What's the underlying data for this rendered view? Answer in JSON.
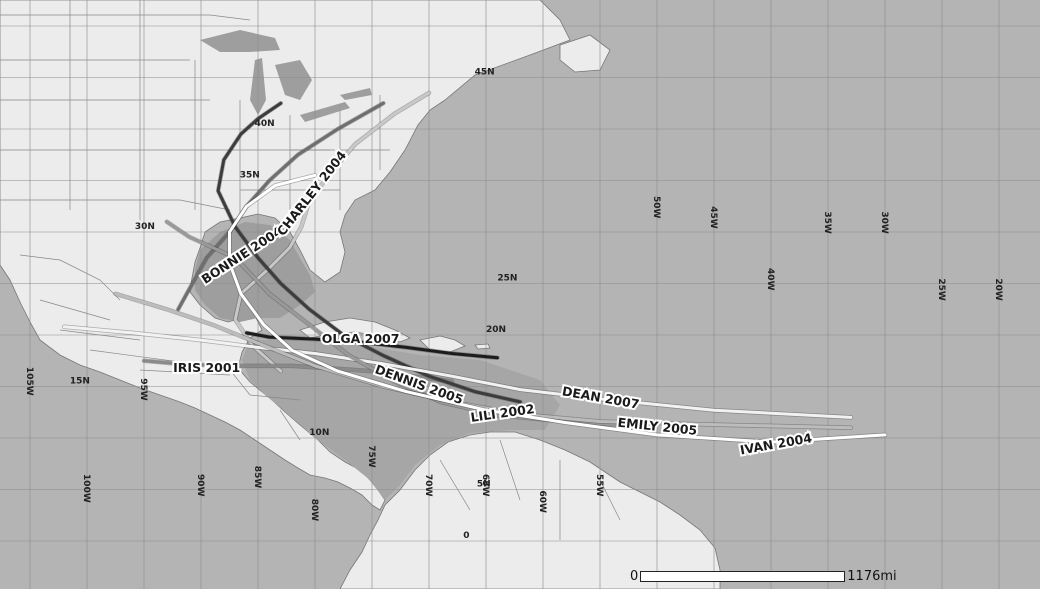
{
  "colors": {
    "ocean": "#b4b4b4",
    "land": "#ececec",
    "gulf": "#9e9e9e",
    "grid": "#8a8a8a",
    "border": "#777777"
  },
  "latitude_labels": [
    {
      "text": "45N",
      "lat": 45
    },
    {
      "text": "40N",
      "lat": 40
    },
    {
      "text": "35N",
      "lat": 35
    },
    {
      "text": "30N",
      "lat": 30
    },
    {
      "text": "25N",
      "lat": 25
    },
    {
      "text": "20N",
      "lat": 20
    },
    {
      "text": "15N",
      "lat": 15
    },
    {
      "text": "10N",
      "lat": 10
    },
    {
      "text": "5N",
      "lat": 5
    },
    {
      "text": "0",
      "lat": 0
    }
  ],
  "longitude_labels": [
    {
      "text": "105W",
      "lon": -105
    },
    {
      "text": "100W",
      "lon": -100
    },
    {
      "text": "95W",
      "lon": -95
    },
    {
      "text": "90W",
      "lon": -90
    },
    {
      "text": "85W",
      "lon": -85
    },
    {
      "text": "80W",
      "lon": -80
    },
    {
      "text": "75W",
      "lon": -75
    },
    {
      "text": "70W",
      "lon": -70
    },
    {
      "text": "65W",
      "lon": -65
    },
    {
      "text": "60W",
      "lon": -60
    },
    {
      "text": "55W",
      "lon": -55
    },
    {
      "text": "50W",
      "lon": -50
    },
    {
      "text": "45W",
      "lon": -45
    },
    {
      "text": "40W",
      "lon": -40
    },
    {
      "text": "35W",
      "lon": -35
    },
    {
      "text": "30W",
      "lon": -30
    },
    {
      "text": "25W",
      "lon": -25
    },
    {
      "text": "20W",
      "lon": -20
    }
  ],
  "storms": [
    {
      "name": "BONNIE 2004",
      "color": "#6e6e6e",
      "label_lon": -86.2,
      "label_lat": 27.4,
      "angle": -33,
      "track": [
        [
          -92,
          22.5
        ],
        [
          -91,
          24.5
        ],
        [
          -89.5,
          27.5
        ],
        [
          -87.5,
          30
        ],
        [
          -86,
          32.5
        ],
        [
          -84,
          35
        ],
        [
          -81.5,
          37.5
        ],
        [
          -78,
          40
        ],
        [
          -74,
          42.5
        ]
      ]
    },
    {
      "name": "CHARLEY 2004",
      "color": "#c8c8c8",
      "label_lon": -80,
      "label_lat": 33.5,
      "angle": -52,
      "track": [
        [
          -83,
          16.5
        ],
        [
          -85.5,
          19
        ],
        [
          -87,
          21.5
        ],
        [
          -86.5,
          24
        ],
        [
          -84,
          26.5
        ],
        [
          -82.2,
          28.5
        ],
        [
          -81.2,
          30.5
        ],
        [
          -80.5,
          33
        ],
        [
          -78.8,
          35.5
        ],
        [
          -76.5,
          38.5
        ],
        [
          -73,
          41.5
        ],
        [
          -70,
          43.5
        ]
      ]
    },
    {
      "name": "IRIS 2001",
      "color": "#8a8a8a",
      "label_lon": -89.5,
      "label_lat": 16.4,
      "angle": 0,
      "track": [
        [
          -68,
          15.5
        ],
        [
          -75,
          16.5
        ],
        [
          -82,
          17
        ],
        [
          -88,
          17
        ],
        [
          -92,
          17.2
        ],
        [
          -95,
          17.5
        ]
      ]
    },
    {
      "name": "OLGA 2007",
      "color": "#1c1c1c",
      "label_lon": -76,
      "label_lat": 19.2,
      "angle": 0,
      "track": [
        [
          -64,
          17.8
        ],
        [
          -68,
          18.2
        ],
        [
          -72,
          18.8
        ],
        [
          -76,
          19.3
        ],
        [
          -80,
          19.6
        ],
        [
          -84,
          19.8
        ],
        [
          -86,
          20.2
        ]
      ]
    },
    {
      "name": "DENNIS 2005",
      "color": "#3c3c3c",
      "label_lon": -71,
      "label_lat": 14.8,
      "angle": 20,
      "track": [
        [
          -62,
          13.5
        ],
        [
          -66,
          14.5
        ],
        [
          -70,
          16
        ],
        [
          -74,
          18
        ],
        [
          -77.5,
          20
        ],
        [
          -80.5,
          22.5
        ],
        [
          -83,
          25
        ],
        [
          -85,
          27.5
        ],
        [
          -87,
          30.5
        ],
        [
          -88.5,
          34
        ],
        [
          -88,
          37
        ],
        [
          -86.5,
          39.5
        ],
        [
          -85,
          41
        ],
        [
          -83,
          42.5
        ]
      ]
    },
    {
      "name": "DEAN 2007",
      "color": "#f2f2f2",
      "label_lon": -55,
      "label_lat": 13.5,
      "angle": 10,
      "track": [
        [
          -33,
          12
        ],
        [
          -45,
          12.7
        ],
        [
          -55,
          13.8
        ],
        [
          -62,
          14.7
        ],
        [
          -68,
          16
        ],
        [
          -74,
          17.2
        ],
        [
          -80,
          18.2
        ],
        [
          -85,
          18.8
        ],
        [
          -90,
          19.5
        ],
        [
          -96,
          20.2
        ],
        [
          -102,
          20.8
        ]
      ]
    },
    {
      "name": "LILI 2002",
      "color": "#999999",
      "label_lon": -63.5,
      "label_lat": 12,
      "angle": -8,
      "track": [
        [
          -52,
          11.2
        ],
        [
          -58,
          11.6
        ],
        [
          -64,
          12.2
        ],
        [
          -69,
          13.5
        ],
        [
          -73,
          15.5
        ],
        [
          -77,
          18
        ],
        [
          -80.5,
          21
        ],
        [
          -84,
          24
        ],
        [
          -87,
          27.5
        ],
        [
          -91,
          29.5
        ],
        [
          -93,
          31
        ]
      ]
    },
    {
      "name": "EMILY 2005",
      "color": "#bcbcbc",
      "label_lon": -50,
      "label_lat": 10.7,
      "angle": 6,
      "track": [
        [
          -33,
          11
        ],
        [
          -45,
          11.3
        ],
        [
          -55,
          11.6
        ],
        [
          -62,
          12.3
        ],
        [
          -68,
          13.5
        ],
        [
          -74,
          15
        ],
        [
          -80,
          17
        ],
        [
          -85,
          19.2
        ],
        [
          -89,
          21
        ],
        [
          -93,
          22.5
        ],
        [
          -97.5,
          24
        ]
      ]
    },
    {
      "name": "IVAN 2004",
      "color": "#ffffff",
      "label_lon": -39.5,
      "label_lat": 9,
      "angle": -10,
      "track": [
        [
          -30,
          10.3
        ],
        [
          -40,
          9.6
        ],
        [
          -50,
          10.3
        ],
        [
          -58,
          11.5
        ],
        [
          -65,
          12.7
        ],
        [
          -72,
          14.5
        ],
        [
          -78,
          16.5
        ],
        [
          -82,
          18.5
        ],
        [
          -84.5,
          21
        ],
        [
          -86.5,
          24
        ],
        [
          -87.5,
          27
        ],
        [
          -87.5,
          30
        ],
        [
          -86,
          32.5
        ],
        [
          -83.5,
          34.5
        ],
        [
          -80,
          35.5
        ]
      ]
    }
  ],
  "scale": {
    "zero": "0",
    "distance": "1176mi"
  }
}
